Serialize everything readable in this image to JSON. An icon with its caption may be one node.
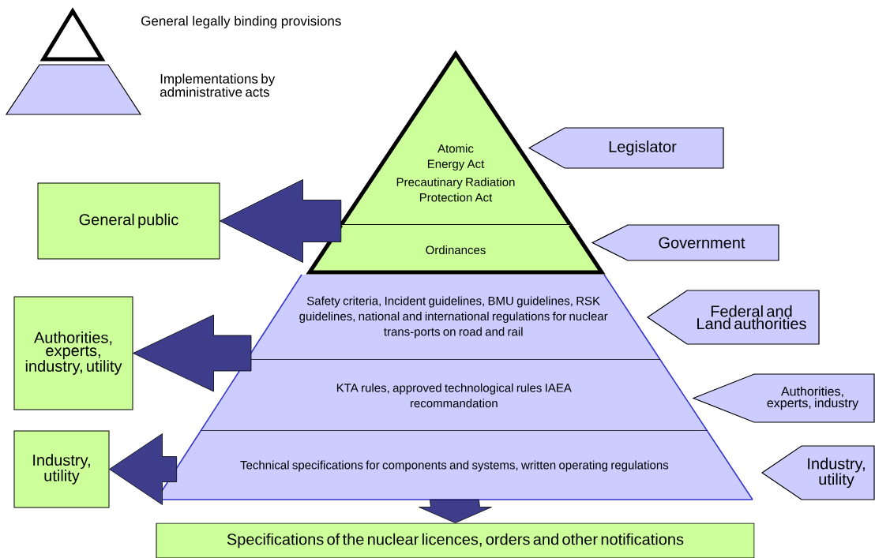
{
  "diagram": {
    "nodes": [
      {
        "text": [
          "Atomic Energy Act",
          "Precautinary Radiation Protection Act"
        ]
      },
      {
        "text": [
          "Ordinances"
        ]
      },
      {
        "text": [
          "Safety criteria, Incident guidelines, BMU guidelines, RSK guidelines, national and international regulations for nuclear trans-ports on road and rail"
        ]
      },
      {
        "text": [
          "KTA rules, approved technological rules IAEA recommandation"
        ]
      },
      {
        "text": [
          "Technical specifications for components and systems, written operating regulations"
        ]
      },
      {
        "text": [
          "Specifications of the nuclear licences, orders and other notifications"
        ]
      },
      {
        "text": [
          "General public"
        ]
      },
      {
        "text": [
          "Authorities, experts, industry, utility"
        ]
      },
      {
        "text": [
          "Industry, utility"
        ]
      },
      {
        "text": [
          "Legislator"
        ]
      },
      {
        "text": [
          "Government"
        ]
      },
      {
        "text": [
          "Federal and Land authorities"
        ]
      },
      {
        "text": [
          "Authorities, experts, industry"
        ]
      },
      {
        "text": [
          "Industry, utility"
        ]
      }
    ],
    "edges": [
      {
        "from": 1,
        "to": 6,
        "arrow": "to"
      },
      {
        "from": 2,
        "to": 7,
        "arrow": "to"
      },
      {
        "from": 4,
        "to": 8,
        "arrow": "to"
      },
      {
        "from": 4,
        "to": 5,
        "arrow": "to"
      }
    ],
    "legend": [
      {
        "text": "General legally binding provisions"
      },
      {
        "text": "Implementations by administrative acts",
        "color": "#ccccff"
      }
    ]
  }
}
